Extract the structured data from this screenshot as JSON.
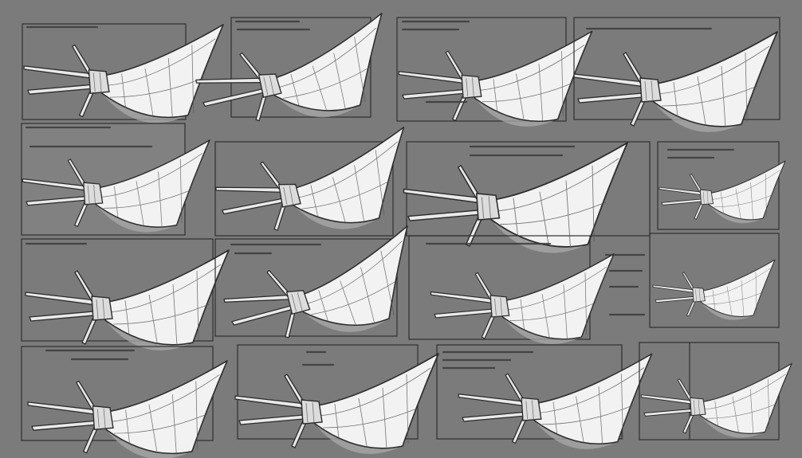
{
  "sheet": {
    "background": "#7b7b7b",
    "line_color": "#2a2a2a",
    "paper_color": "#f2f2f2",
    "panels": [
      {
        "name": "panel-r1-c1",
        "notes": 1,
        "note_lines": 1
      },
      {
        "name": "panel-r1-c2",
        "notes": 1,
        "note_lines": 2
      },
      {
        "name": "panel-r1-c3",
        "notes": 1,
        "note_lines": 2
      },
      {
        "name": "panel-r1-c4",
        "notes": 1,
        "note_lines": 1
      },
      {
        "name": "panel-r2-c1",
        "notes": 1,
        "note_lines": 2
      },
      {
        "name": "panel-r2-c2",
        "notes": 1,
        "note_lines": 1
      },
      {
        "name": "panel-r2-c3",
        "notes": 1,
        "note_lines": 2
      },
      {
        "name": "panel-r2-c4",
        "notes": 1,
        "note_lines": 2
      },
      {
        "name": "panel-r3-c1",
        "notes": 1,
        "note_lines": 1
      },
      {
        "name": "panel-r3-c2",
        "notes": 1,
        "note_lines": 2
      },
      {
        "name": "panel-r3-c3",
        "notes": 1,
        "note_lines": 1
      },
      {
        "name": "panel-r3-c4",
        "notes": 1,
        "note_lines": 4
      },
      {
        "name": "panel-r4-c1",
        "notes": 1,
        "note_lines": 2
      },
      {
        "name": "panel-r4-c2",
        "notes": 1,
        "note_lines": 2
      },
      {
        "name": "panel-r4-c3",
        "notes": 1,
        "note_lines": 3
      },
      {
        "name": "panel-r4-c4",
        "notes": 0,
        "note_lines": 0
      }
    ]
  }
}
